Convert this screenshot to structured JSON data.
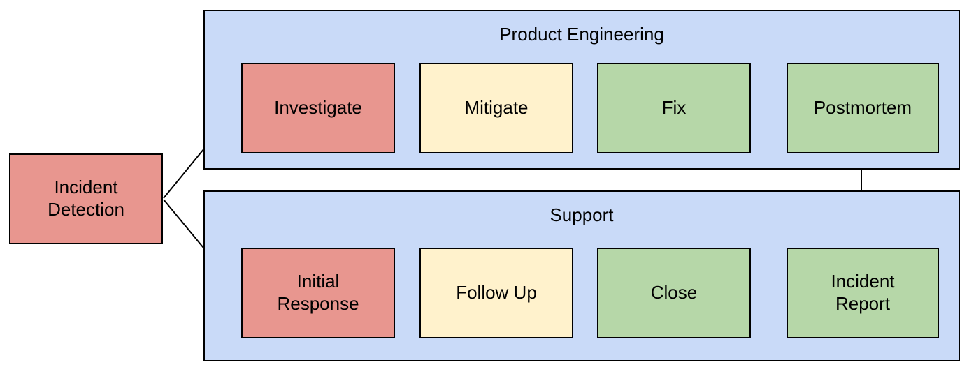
{
  "diagram": {
    "type": "flowchart",
    "start": {
      "label": "Incident Detection",
      "color": "red"
    },
    "lanes": [
      {
        "title": "Product Engineering",
        "steps": [
          {
            "label": "Investigate",
            "color": "red"
          },
          {
            "label": "Mitigate",
            "color": "yellow"
          },
          {
            "label": "Fix",
            "color": "green"
          },
          {
            "label": "Postmortem",
            "color": "green"
          }
        ]
      },
      {
        "title": "Support",
        "steps": [
          {
            "label": "Initial Response",
            "color": "red"
          },
          {
            "label": "Follow Up",
            "color": "yellow"
          },
          {
            "label": "Close",
            "color": "green"
          },
          {
            "label": "Incident Report",
            "color": "green"
          }
        ]
      }
    ],
    "connections": [
      {
        "from": "Incident Detection",
        "to": "Investigate"
      },
      {
        "from": "Incident Detection",
        "to": "Initial Response"
      },
      {
        "from": "Investigate",
        "to": "Mitigate"
      },
      {
        "from": "Mitigate",
        "to": "Fix"
      },
      {
        "from": "Fix",
        "to": "Postmortem"
      },
      {
        "from": "Postmortem",
        "to": "Incident Report"
      },
      {
        "from": "Initial Response",
        "to": "Follow Up"
      },
      {
        "from": "Follow Up",
        "to": "Close"
      },
      {
        "from": "Close",
        "to": "Incident Report"
      }
    ]
  },
  "colors": {
    "red": "#E8968F",
    "yellow": "#FFF2CC",
    "green": "#B6D7A8",
    "lane": "#C9DAF8",
    "stroke": "#000000",
    "background": "#FFFFFF"
  }
}
